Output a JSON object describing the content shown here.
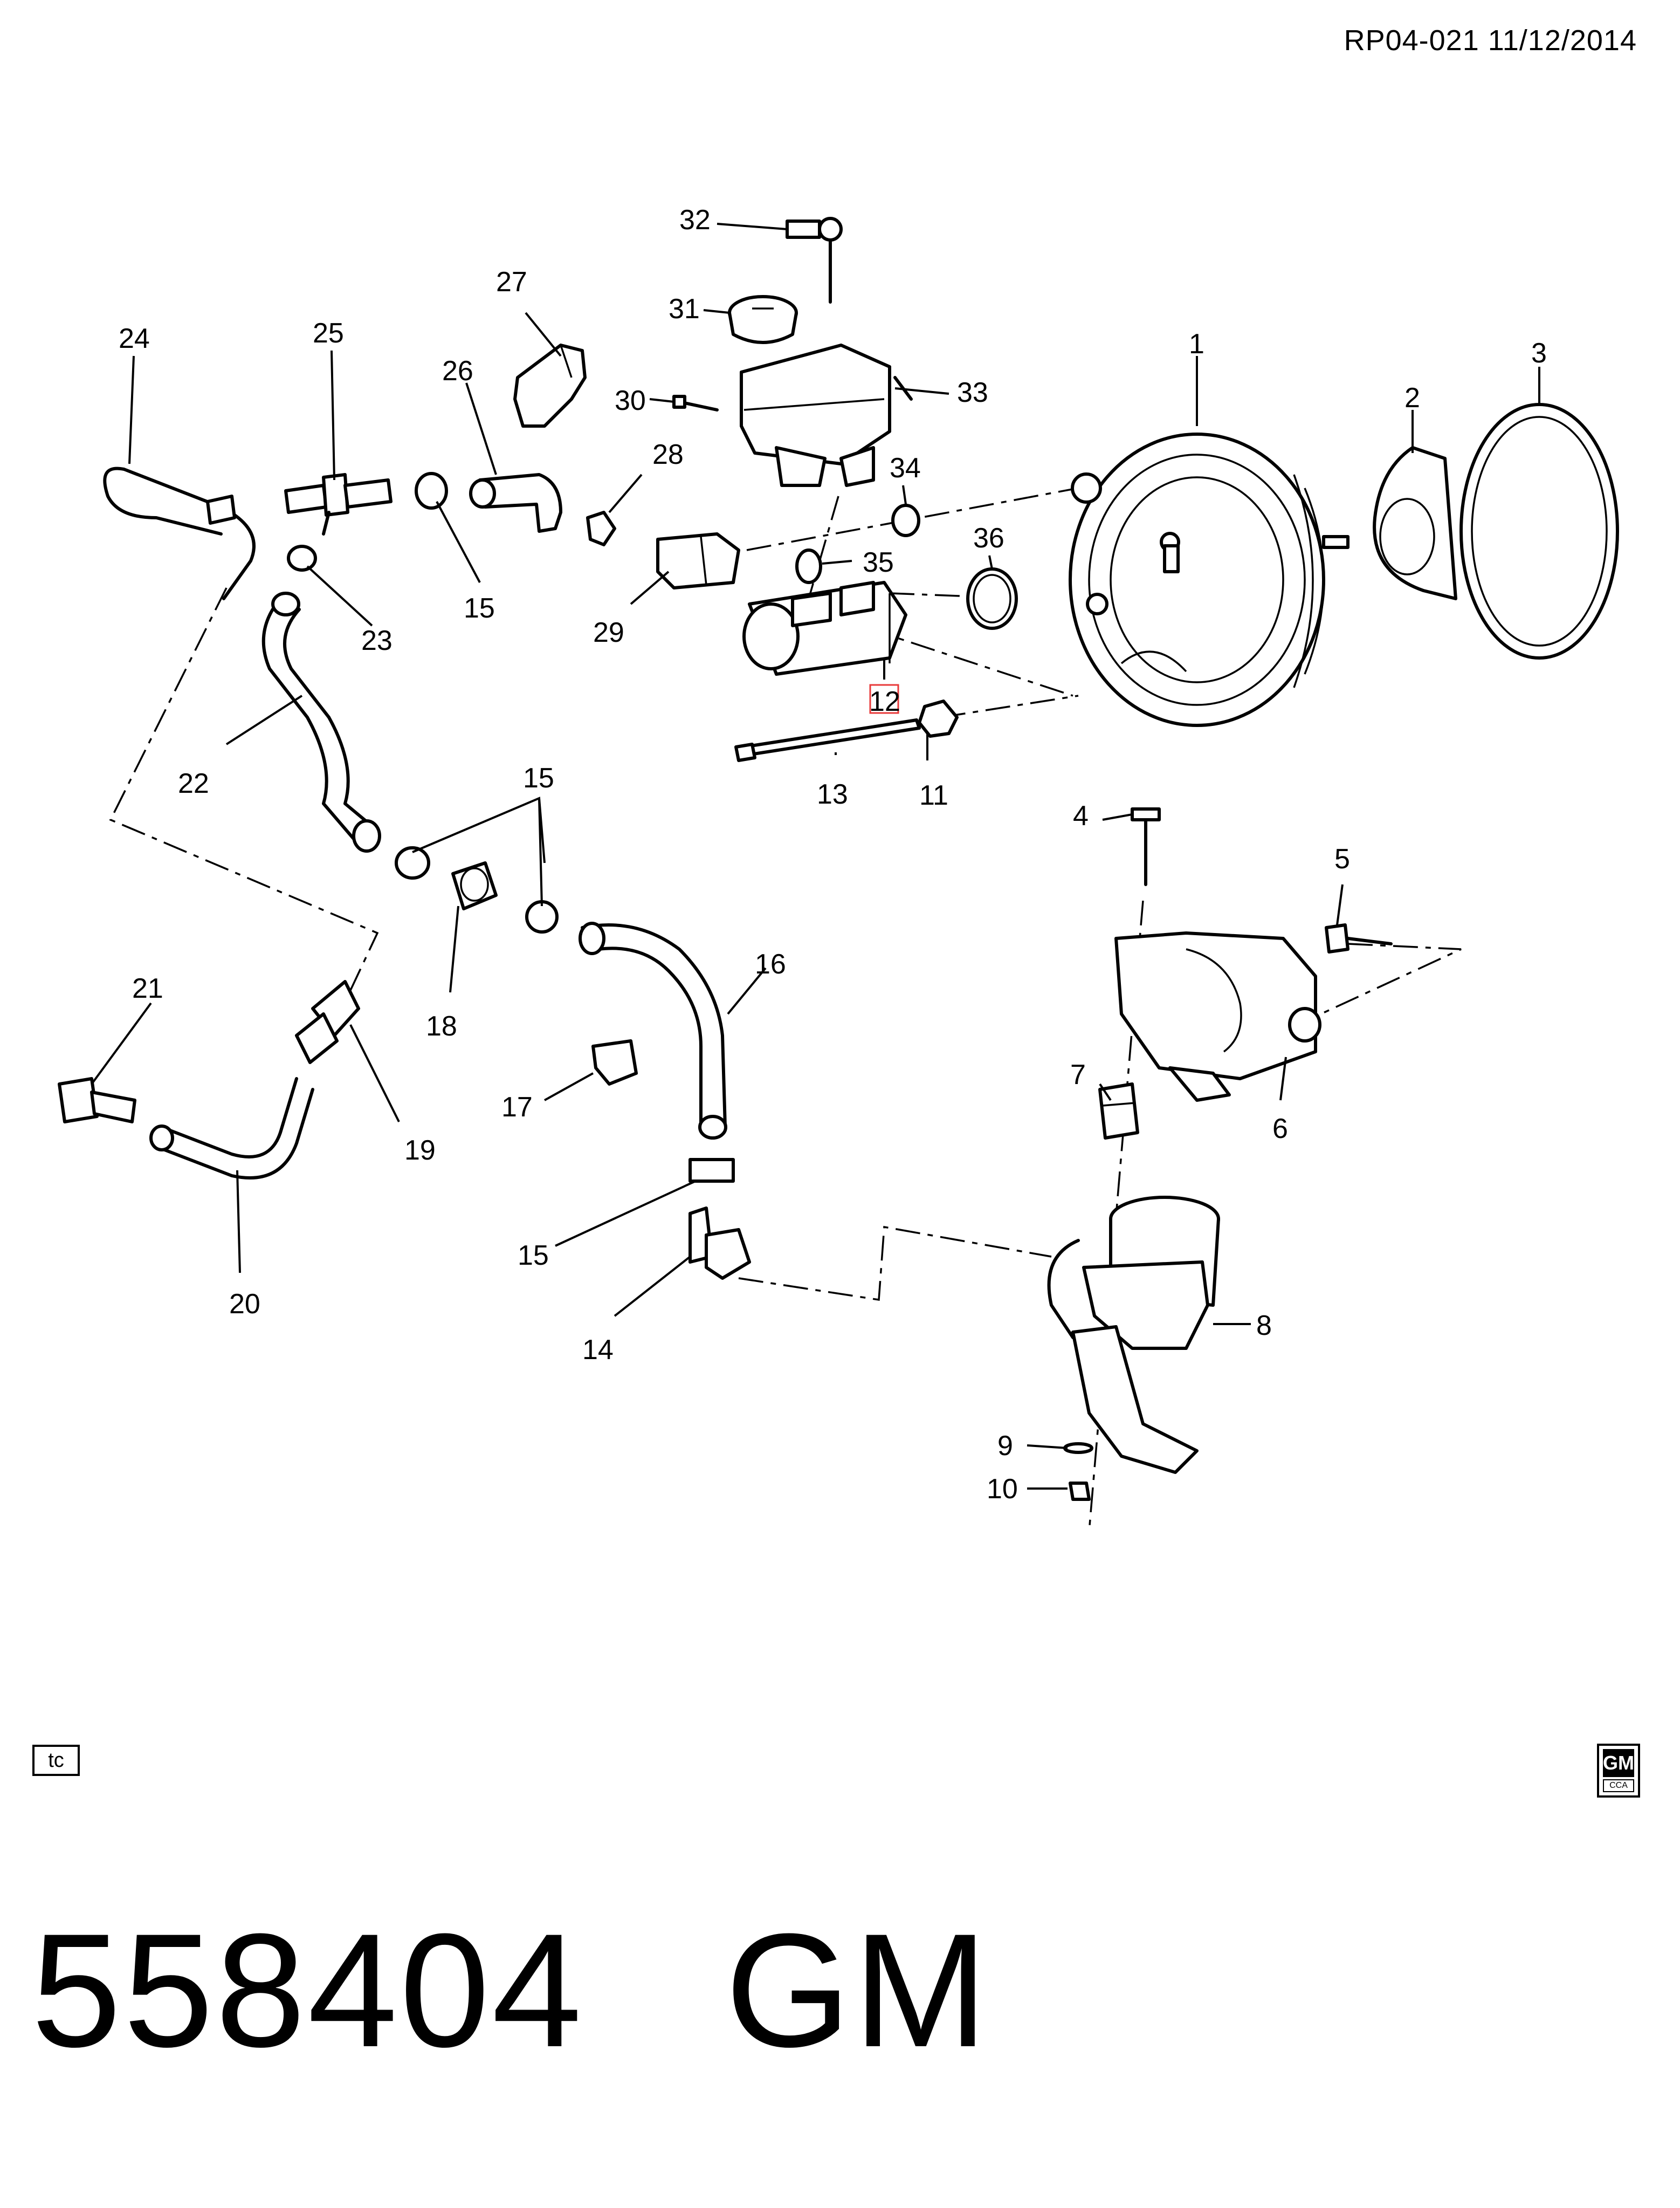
{
  "header": {
    "ref": "RP04-021  11/12/2014"
  },
  "footer": {
    "code": "558404   GM",
    "tc_label": "tc",
    "logo_text": "GM",
    "logo_sub": "CCA"
  },
  "callouts": {
    "c1": "1",
    "c2": "2",
    "c3": "3",
    "c4": "4",
    "c5": "5",
    "c6": "6",
    "c7": "7",
    "c8": "8",
    "c9": "9",
    "c10": "10",
    "c11": "11",
    "c12": "12",
    "c13": "13",
    "c14": "14",
    "c15a": "15",
    "c15b": "15",
    "c15c": "15",
    "c16": "16",
    "c17": "17",
    "c18": "18",
    "c19": "19",
    "c20": "20",
    "c21": "21",
    "c22": "22",
    "c23": "23",
    "c24": "24",
    "c25": "25",
    "c26": "26",
    "c27": "27",
    "c28": "28",
    "c29": "29",
    "c30": "30",
    "c31": "31",
    "c32": "32",
    "c33": "33",
    "c34": "34",
    "c35": "35",
    "c36": "36"
  },
  "highlight_color": "#e83a3a"
}
